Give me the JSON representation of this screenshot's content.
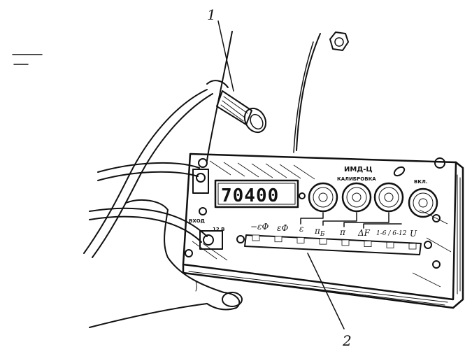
{
  "callouts": {
    "probe": "1",
    "switch_strip": "2"
  },
  "device": {
    "name": "ИМД-Ц",
    "calibration_label": "КАЛИБРОВКА",
    "power_label": "ВКЛ.",
    "display_value": "70400",
    "input_label": "ВХОД",
    "voltage_label": "12 В"
  },
  "mode_labels": [
    "−εΦ",
    "εΦ",
    "ε",
    "π",
    "π",
    "ΔF",
    "1-6 / 6-12",
    "U"
  ],
  "mode_subscripts": [
    "",
    "",
    "",
    "Б",
    "",
    "",
    "",
    ""
  ]
}
